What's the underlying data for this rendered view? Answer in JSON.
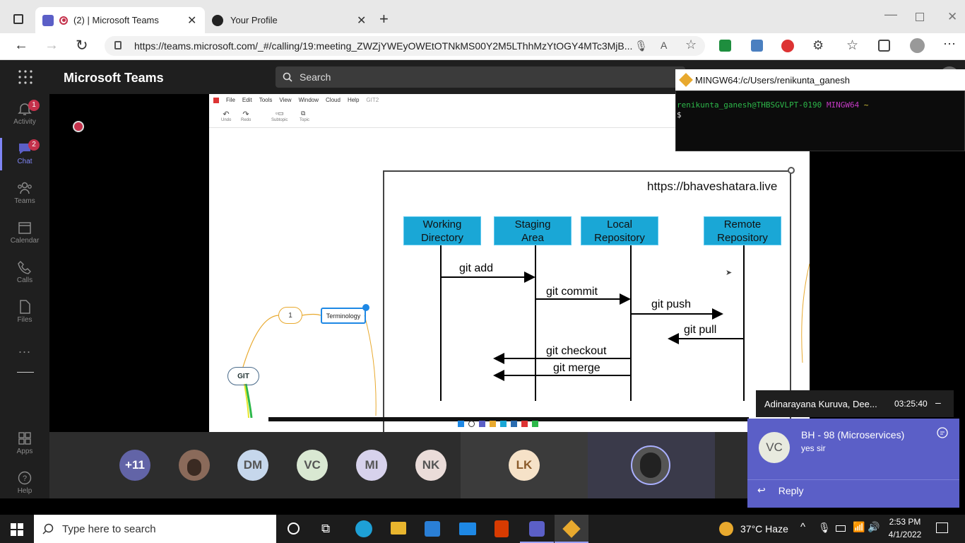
{
  "browser": {
    "tabs": [
      {
        "label": "(2) | Microsoft Teams",
        "active": true
      },
      {
        "label": "Your Profile",
        "active": false
      }
    ],
    "url": "https://teams.microsoft.com/_#/calling/19:meeting_ZWZjYWEyOWEtOTNkMS00Y2M5LThhMzYtOGY4MTc3MjB..."
  },
  "teams": {
    "app_title": "Microsoft Teams",
    "search_placeholder": "Search",
    "rail": [
      {
        "label": "Activity",
        "icon": "bell-icon",
        "badge": "1"
      },
      {
        "label": "Chat",
        "icon": "chat-icon",
        "badge": "2",
        "active": true
      },
      {
        "label": "Teams",
        "icon": "teams-icon"
      },
      {
        "label": "Calendar",
        "icon": "calendar-icon"
      },
      {
        "label": "Calls",
        "icon": "phone-icon"
      },
      {
        "label": "Files",
        "icon": "file-icon"
      }
    ],
    "more_label": "...",
    "apps_label": "Apps",
    "help_label": "Help"
  },
  "shared_screen": {
    "menu": [
      "File",
      "Edit",
      "Tools",
      "View",
      "Window",
      "Cloud",
      "Help"
    ],
    "doc_name": "GIT2",
    "toolbar": [
      "Undo",
      "Redo",
      "Subtopic",
      "Topic"
    ],
    "mindmap": {
      "root": "GIT",
      "node_number": "1",
      "node_label": "Terminology"
    },
    "slide": {
      "watermark": "https://bhaveshatara.live",
      "boxes": [
        {
          "line1": "Working",
          "line2": "Directory"
        },
        {
          "line1": "Staging",
          "line2": "Area"
        },
        {
          "line1": "Local",
          "line2": "Repository"
        },
        {
          "line1": "Remote",
          "line2": "Repository"
        }
      ],
      "commands": [
        "git add",
        "git commit",
        "git push",
        "git pull",
        "git checkout",
        "git merge"
      ]
    }
  },
  "terminal": {
    "title": "MINGW64:/c/Users/renikunta_ganesh",
    "user_host": "renikunta_ganesh@THBSGVLPT-0190",
    "shell": "MINGW64",
    "path": "~",
    "prompt": "$"
  },
  "participants": {
    "overflow": "+11",
    "initials": [
      "DM",
      "VC",
      "MI",
      "NK",
      "LK"
    ]
  },
  "call": {
    "name": "Adinarayana Kuruva, Dee...",
    "duration": "03:25:40",
    "minimize": "–"
  },
  "notification": {
    "avatar": "VC",
    "title": "BH - 98 (Microservices)",
    "message": "yes sir",
    "reply": "Reply"
  },
  "taskbar": {
    "search_placeholder": "Type here to search",
    "weather": "37°C  Haze",
    "time": "2:53 PM",
    "date": "4/1/2022"
  },
  "colors": {
    "teams_dark": "#1f1f1f",
    "accent": "#5b5fc7",
    "box_blue": "#1aa7d6",
    "badge": "#c4314b"
  }
}
